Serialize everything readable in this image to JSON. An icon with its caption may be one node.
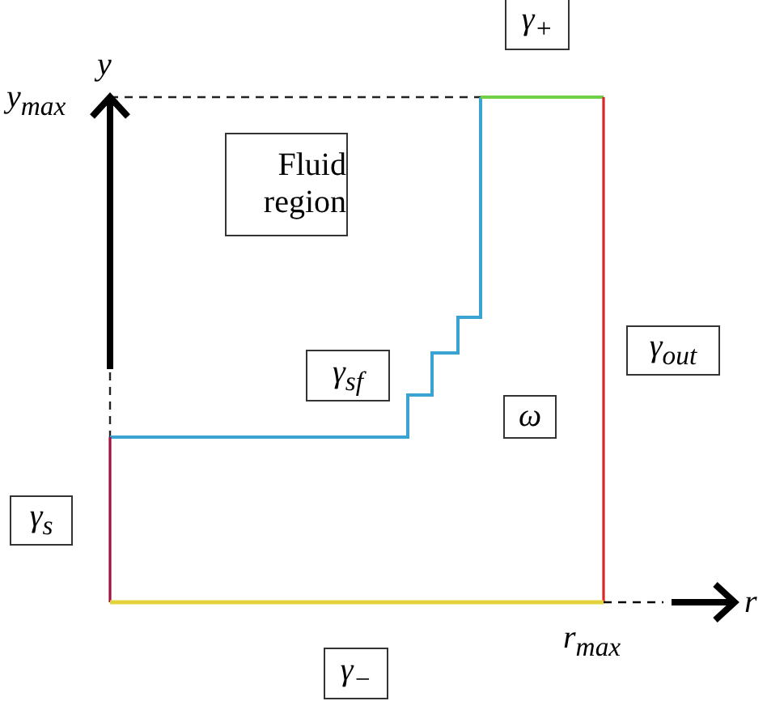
{
  "diagram": {
    "nodes": [
      {
        "text": [
          "γ$_{+}$"
        ]
      },
      {
        "text": [
          "Fluid region"
        ]
      },
      {
        "text": [
          "γ$_{sf}$"
        ]
      },
      {
        "text": [
          "ω"
        ]
      },
      {
        "text": [
          "γ$_{out}$"
        ]
      },
      {
        "text": [
          "γ$_{s}$"
        ]
      },
      {
        "text": [
          "γ$_{−}$"
        ]
      }
    ],
    "labels": [
      "y",
      "y$_{max}$",
      "r",
      "r$_{max}$"
    ]
  }
}
